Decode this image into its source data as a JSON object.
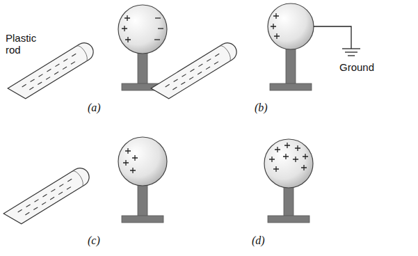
{
  "diagram": {
    "labels": [
      "Plastic rod",
      "(a)",
      "Ground",
      "(b)",
      "(c)",
      "(d)"
    ]
  }
}
